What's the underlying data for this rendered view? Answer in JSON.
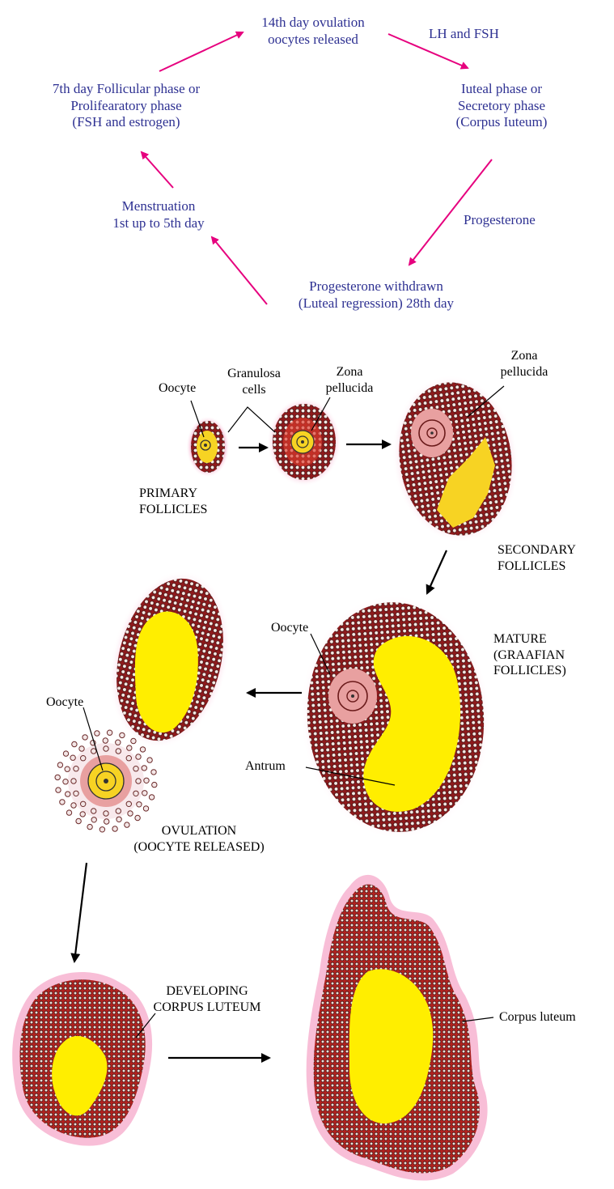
{
  "colors": {
    "cycle_text": "#2e3192",
    "cycle_arrow": "#e6007e",
    "stage_text": "#000000",
    "tissue_red": "#9b1b1e",
    "antrum_yellow": "#ffee00"
  },
  "cycle": {
    "ovulation": {
      "line1": "14th day ovulation",
      "line2": "oocytes released"
    },
    "lh_fsh": "LH and FSH",
    "luteal": {
      "line1": "Iuteal phase or",
      "line2": "Secretory phase",
      "line3": "(Corpus Iuteum)"
    },
    "follicular": {
      "line1": "7th day Follicular phase or",
      "line2": "Prolifearatory phase",
      "line3": "(FSH and estrogen)"
    },
    "progesterone": "Progesterone",
    "menstruation": {
      "line1": "Menstruation",
      "line2": "1st up to 5th day"
    },
    "withdrawn": {
      "line1": "Progesterone withdrawn",
      "line2": "(Luteal regression) 28th day"
    }
  },
  "stages": {
    "primary": {
      "oocyte": "Oocyte",
      "granulosa1": "Granulosa",
      "granulosa2": "cells",
      "zona1": "Zona",
      "zona2": "pellucida",
      "title1": "PRIMARY",
      "title2": "FOLLICLES"
    },
    "secondary": {
      "zona1": "Zona",
      "zona2": "pellucida",
      "title1": "SECONDARY",
      "title2": "FOLLICLES"
    },
    "mature": {
      "oocyte": "Oocyte",
      "antrum": "Antrum",
      "title1": "MATURE",
      "title2": "(GRAAFIAN",
      "title3": "FOLLICLES)"
    },
    "ovulation": {
      "oocyte": "Oocyte",
      "title1": "OVULATION",
      "title2": "(OOCYTE RELEASED)"
    },
    "developing": {
      "title1": "DEVELOPING",
      "title2": "CORPUS LUTEUM"
    },
    "luteum": {
      "label": "Corpus luteum"
    }
  }
}
